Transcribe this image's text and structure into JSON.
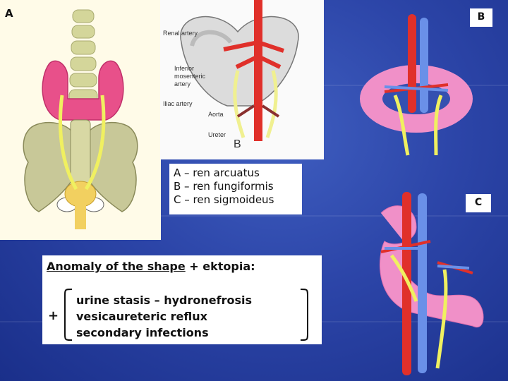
{
  "labels": {
    "a": "A",
    "b": "B",
    "c": "C"
  },
  "renal_diagram": {
    "renal_artery": "Renal artery",
    "inferior_mesenteric": [
      "Inferior",
      "mosenteric",
      "artery"
    ],
    "iliac_artery": "Iliac artery",
    "aorta": "Aorta",
    "ureter": "Ureter",
    "panel_letter": "B"
  },
  "legend": [
    "A – ren arcuatus",
    "B – ren fungiformis",
    "C – ren sigmoideus"
  ],
  "note": {
    "heading_underlined": "Anomaly of the shape",
    "heading_rest": " + ektopia:",
    "plus": "+",
    "items": [
      "urine stasis – hydronefrosis",
      "vesicaureteric reflux",
      "secondary infections"
    ]
  },
  "colors": {
    "kidney_pink": "#e8508a",
    "pelvis_olive": "#c8c898",
    "ureter_yellow": "#f0f060",
    "aorta_red": "#e0302a",
    "vein_blue": "#6a90e8"
  }
}
